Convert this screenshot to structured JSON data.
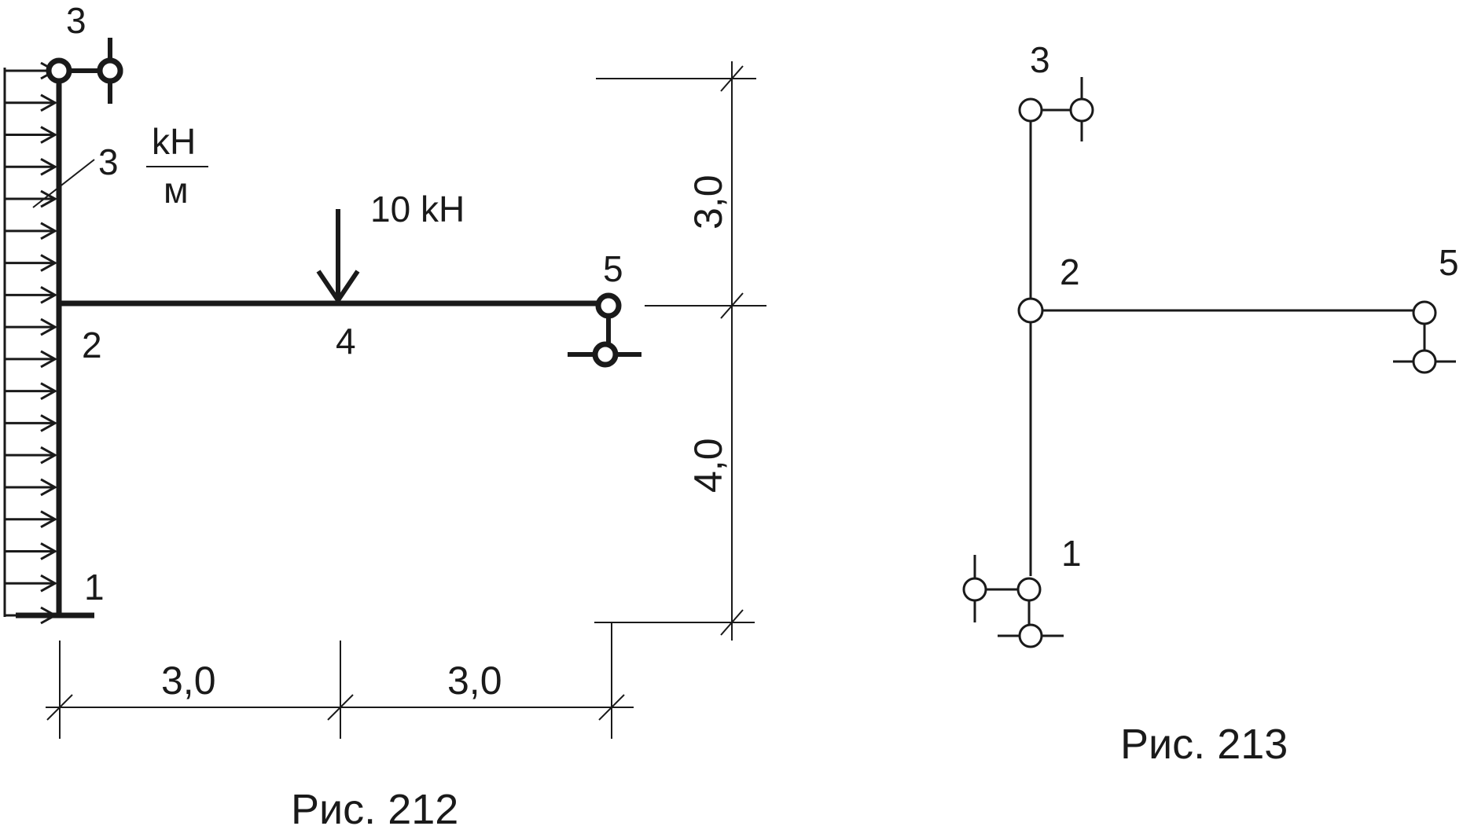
{
  "fig212": {
    "caption": "Рис. 212",
    "node_labels": {
      "n1": "1",
      "n2": "2",
      "n3": "3",
      "n4": "4",
      "n5": "5"
    },
    "distributed_load": {
      "value": "3",
      "unit_top": "kH",
      "unit_bottom": "м"
    },
    "point_load": "10 kH",
    "dims": {
      "left_span": "3,0",
      "right_span": "3,0",
      "upper_height": "3,0",
      "lower_height": "4,0"
    }
  },
  "fig213": {
    "caption": "Рис. 213",
    "node_labels": {
      "n1": "1",
      "n2": "2",
      "n3": "3",
      "n5": "5"
    }
  },
  "colors": {
    "ink": "#1a1a1a",
    "background": "#ffffff"
  }
}
